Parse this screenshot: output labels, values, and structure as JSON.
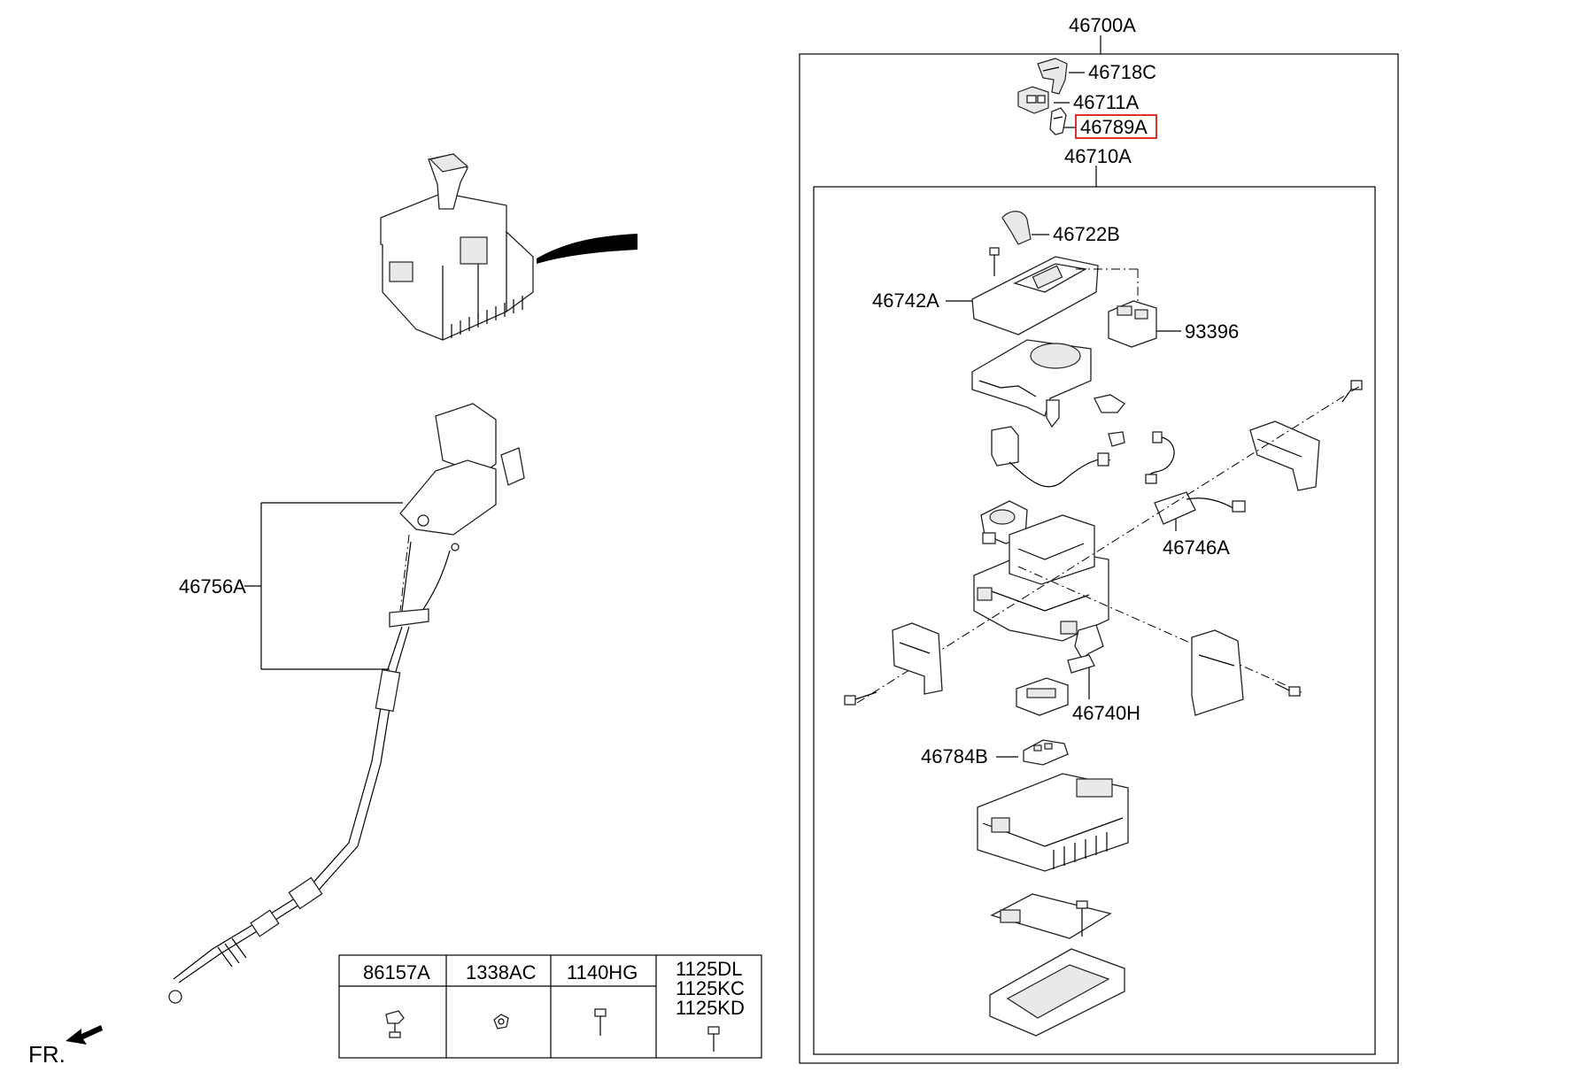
{
  "labels": {
    "assy_main": "46700A",
    "knob_cover": "46718C",
    "knob_a": "46711A",
    "knob_clip": "46789A",
    "lever_assy": "46710A",
    "boot": "46722B",
    "indicator_cover": "46742A",
    "switch": "93396",
    "sensor_harness": "46746A",
    "cable": "46756A",
    "lock_unit": "46740H",
    "bulb_holder": "46784B"
  },
  "highlighted_label": "knob_clip",
  "highlight_color": "#e0302a",
  "fasteners_table": {
    "col1": "86157A",
    "col2": "1338AC",
    "col3": "1140HG",
    "col4_line1": "1125DL",
    "col4_line2": "1125KC",
    "col4_line3": "1125KD"
  },
  "front_marker": "FR."
}
